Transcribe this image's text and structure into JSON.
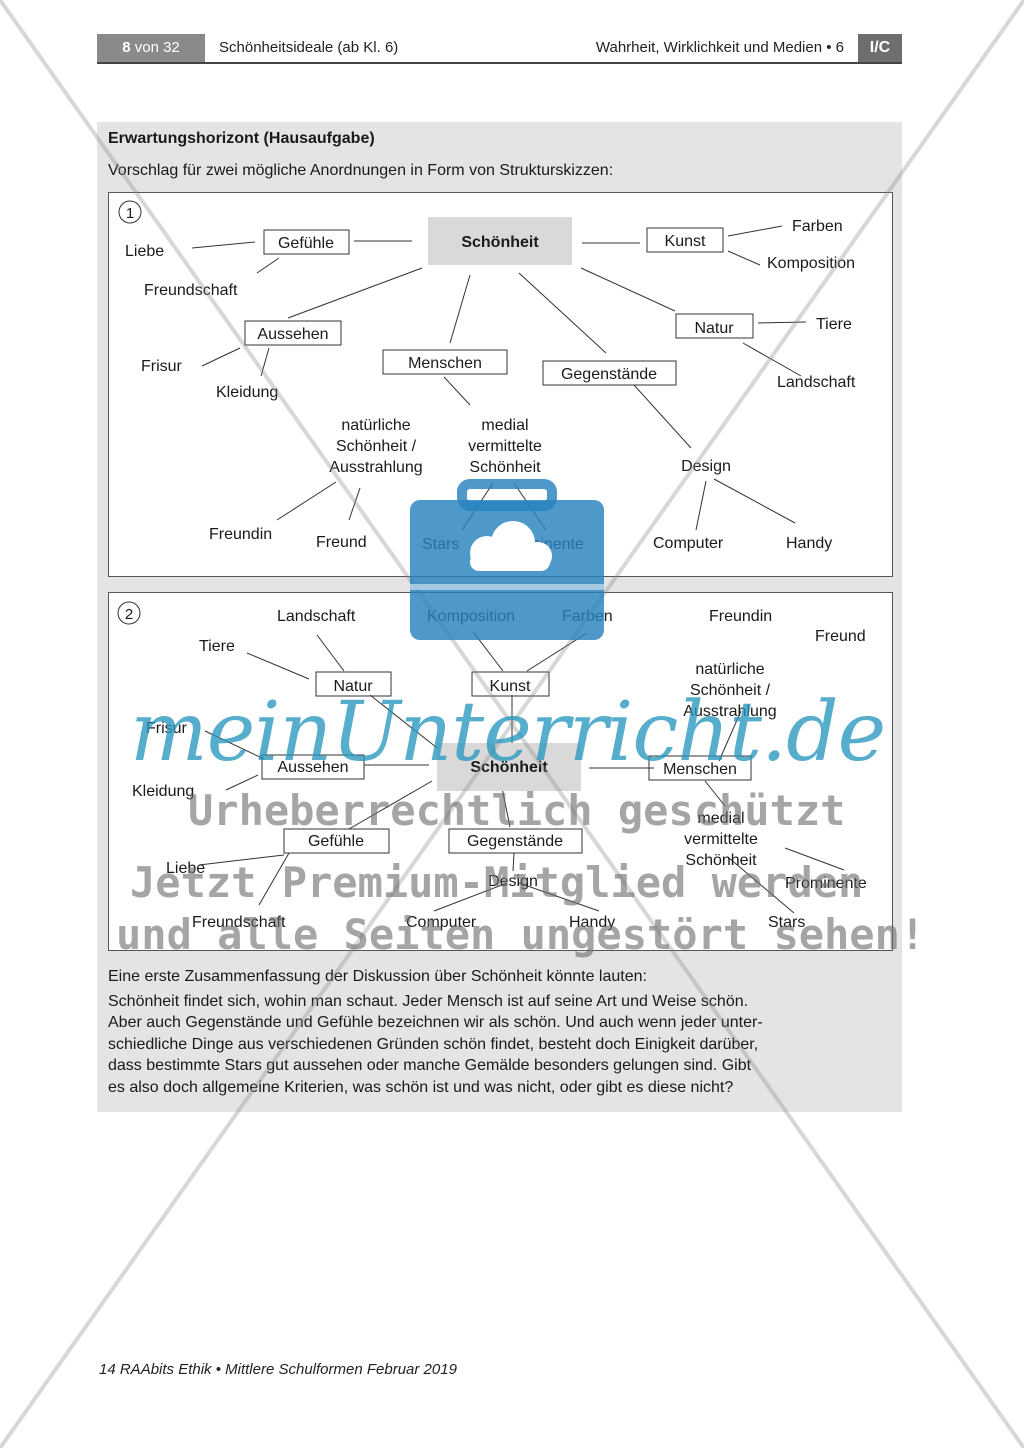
{
  "header": {
    "page_num": "8",
    "page_of": "von 32",
    "title_left": "Schönheitsideale (ab Kl. 6)",
    "title_right": "Wahrheit, Wirklichkeit und Medien • 6",
    "badge": "I/C"
  },
  "box": {
    "title": "Erwartungshorizont (Hausaufgabe)",
    "subtitle": "Vorschlag für zwei mögliche Anordnungen in Form von Strukturskizzen:"
  },
  "diagram1": {
    "number": "1",
    "nodes": {
      "schoenheit": "Schönheit",
      "gefuehle": "Gefühle",
      "liebe": "Liebe",
      "freundschaft": "Freundschaft",
      "kunst": "Kunst",
      "farben": "Farben",
      "komposition": "Komposition",
      "aussehen": "Aussehen",
      "frisur": "Frisur",
      "kleidung": "Kleidung",
      "menschen": "Menschen",
      "natuerliche1": "natürliche",
      "natuerliche2": "Schönheit /",
      "natuerliche3": "Ausstrahlung",
      "medial1": "medial",
      "medial2": "vermittelte",
      "medial3": "Schönheit",
      "freundin": "Freundin",
      "freund": "Freund",
      "stars": "Stars",
      "prominente": "Prominente",
      "gegenstaende": "Gegenstände",
      "design": "Design",
      "computer": "Computer",
      "handy": "Handy",
      "natur": "Natur",
      "tiere": "Tiere",
      "landschaft": "Landschaft"
    }
  },
  "diagram2": {
    "number": "2",
    "nodes": {
      "landschaft": "Landschaft",
      "tiere": "Tiere",
      "natur": "Natur",
      "komposition": "Komposition",
      "farben": "Farben",
      "kunst": "Kunst",
      "freundin": "Freundin",
      "freund": "Freund",
      "natuerliche1": "natürliche",
      "natuerliche2": "Schönheit /",
      "natuerliche3": "Ausstrahlung",
      "frisur": "Frisur",
      "kleidung": "Kleidung",
      "aussehen": "Aussehen",
      "schoenheit": "Schönheit",
      "menschen": "Menschen",
      "gefuehle": "Gefühle",
      "gegenstaende": "Gegenstände",
      "medial1": "medial",
      "medial2": "vermittelte",
      "medial3": "Schönheit",
      "liebe": "Liebe",
      "design": "Design",
      "prominente": "Prominente",
      "freundschaft": "Freundschaft",
      "computer": "Computer",
      "handy": "Handy",
      "stars": "Stars"
    }
  },
  "summary": {
    "intro": "Eine erste Zusammenfassung der Diskussion über Schönheit könnte lauten:",
    "line1": "Schönheit findet sich, wohin man schaut. Jeder Mensch ist auf seine Art und Weise schön.",
    "line2": "Aber auch Gegenstände und Gefühle bezeichnen wir als schön. Und auch wenn jeder unter-",
    "line3": "schiedliche Dinge aus verschiedenen Gründen schön findet, besteht doch Einigkeit darüber,",
    "line4": "dass bestimmte Stars gut aussehen oder manche Gemälde besonders gelungen sind. Gibt",
    "line5": "es also doch allgemeine Kriterien, was schön ist und was nicht, oder gibt es diese nicht?"
  },
  "footer": "14 RAAbits Ethik • Mittlere Schulformen Februar 2019",
  "watermark": {
    "brand": "meinUnterricht.de",
    "line1": "Urheberrechtlich geschützt",
    "line2": "Jetzt Premium-Mitglied werden",
    "line3": "und alle Seiten ungestört sehen!"
  },
  "colors": {
    "box_bg": "#e4e4e4",
    "center_node_bg": "#d9d9d9",
    "watermark_blue": "#2896be",
    "watermark_grey": "#6e6e6e"
  }
}
